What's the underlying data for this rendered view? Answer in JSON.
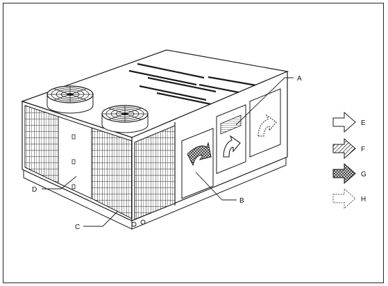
{
  "callouts": {
    "a": "A",
    "b": "B",
    "c": "C",
    "d": "D"
  },
  "legend": [
    {
      "key": "E",
      "pattern": "outline"
    },
    {
      "key": "F",
      "pattern": "hatched"
    },
    {
      "key": "G",
      "pattern": "crosshatched"
    },
    {
      "key": "H",
      "pattern": "dashed"
    }
  ],
  "colors": {
    "line": "#1a1a1a",
    "fill": "#ffffff",
    "shade": "#e9e9e9"
  }
}
